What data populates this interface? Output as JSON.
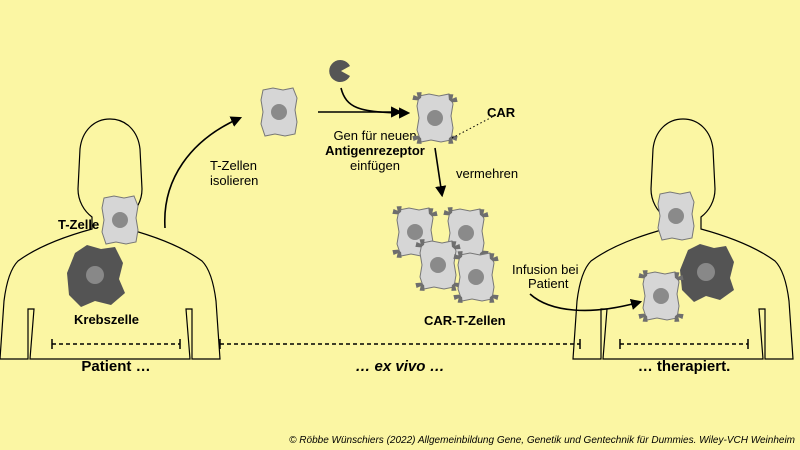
{
  "labels": {
    "t_cell": "T-Zelle",
    "cancer_cell": "Krebszelle",
    "isolate_1": "T-Zellen",
    "isolate_2": "isolieren",
    "gene_1": "Gen für neuen",
    "gene_2": "Antigenrezeptor",
    "gene_3": "einfügen",
    "car": "CAR",
    "multiply": "vermehren",
    "car_t_cells": "CAR-T-Zellen",
    "infusion_1": "Infusion bei",
    "infusion_2": "Patient"
  },
  "sections": {
    "patient": "Patient …",
    "ex_vivo": "… ex vivo …",
    "treated": "… therapiert."
  },
  "copyright": "© Röbbe Wünschiers (2022) Allgemeinbildung Gene, Genetik und Gentechnik für Dummies. Wiley-VCH Weinheim",
  "colors": {
    "background": "#fbf6a3",
    "cell_body": "#d6d6d6",
    "nucleus": "#8a8a8a",
    "cancer_cell": "#545454",
    "receptor": "#6e6e6e"
  }
}
